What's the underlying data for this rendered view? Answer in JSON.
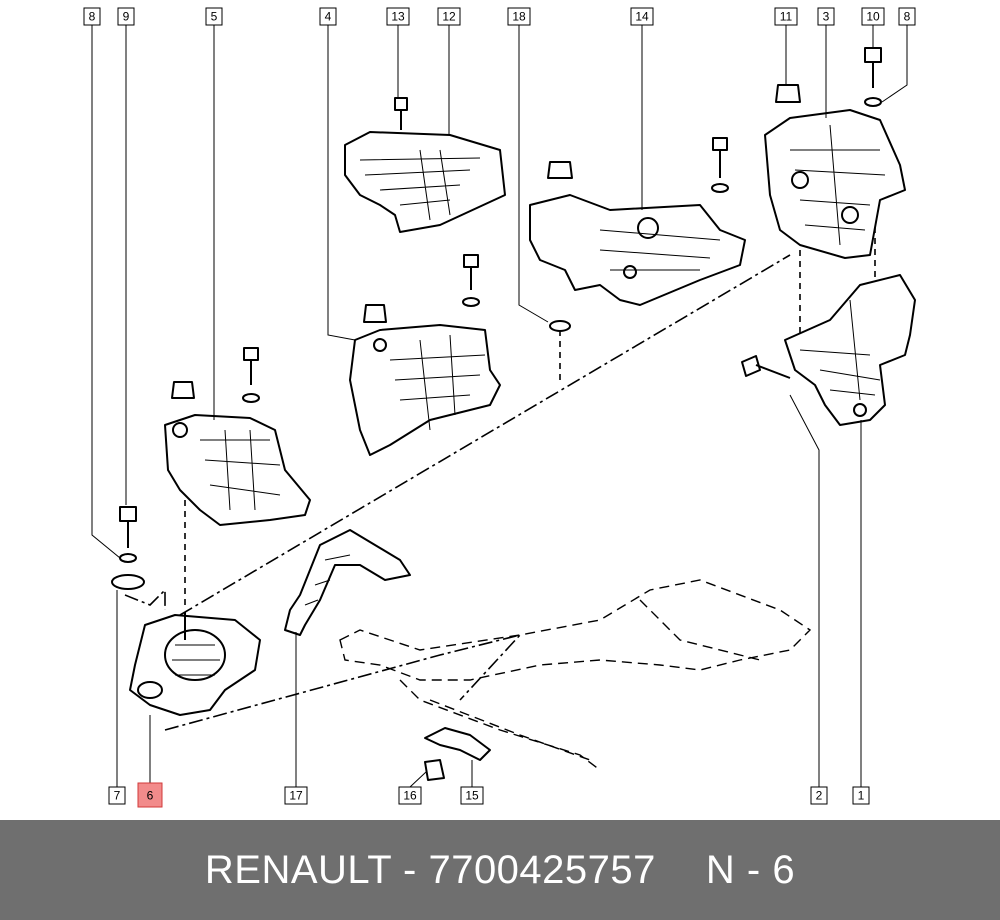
{
  "footer": {
    "brand": "RENAULT - 7700425757",
    "ref": "N - 6"
  },
  "callouts": [
    "8",
    "9",
    "5",
    "4",
    "13",
    "12",
    "18",
    "14",
    "11",
    "3",
    "10",
    "8",
    "7",
    "6",
    "17",
    "16",
    "15",
    "2",
    "1"
  ],
  "highlight_index": 13,
  "highlight_color": "#f28b8b"
}
